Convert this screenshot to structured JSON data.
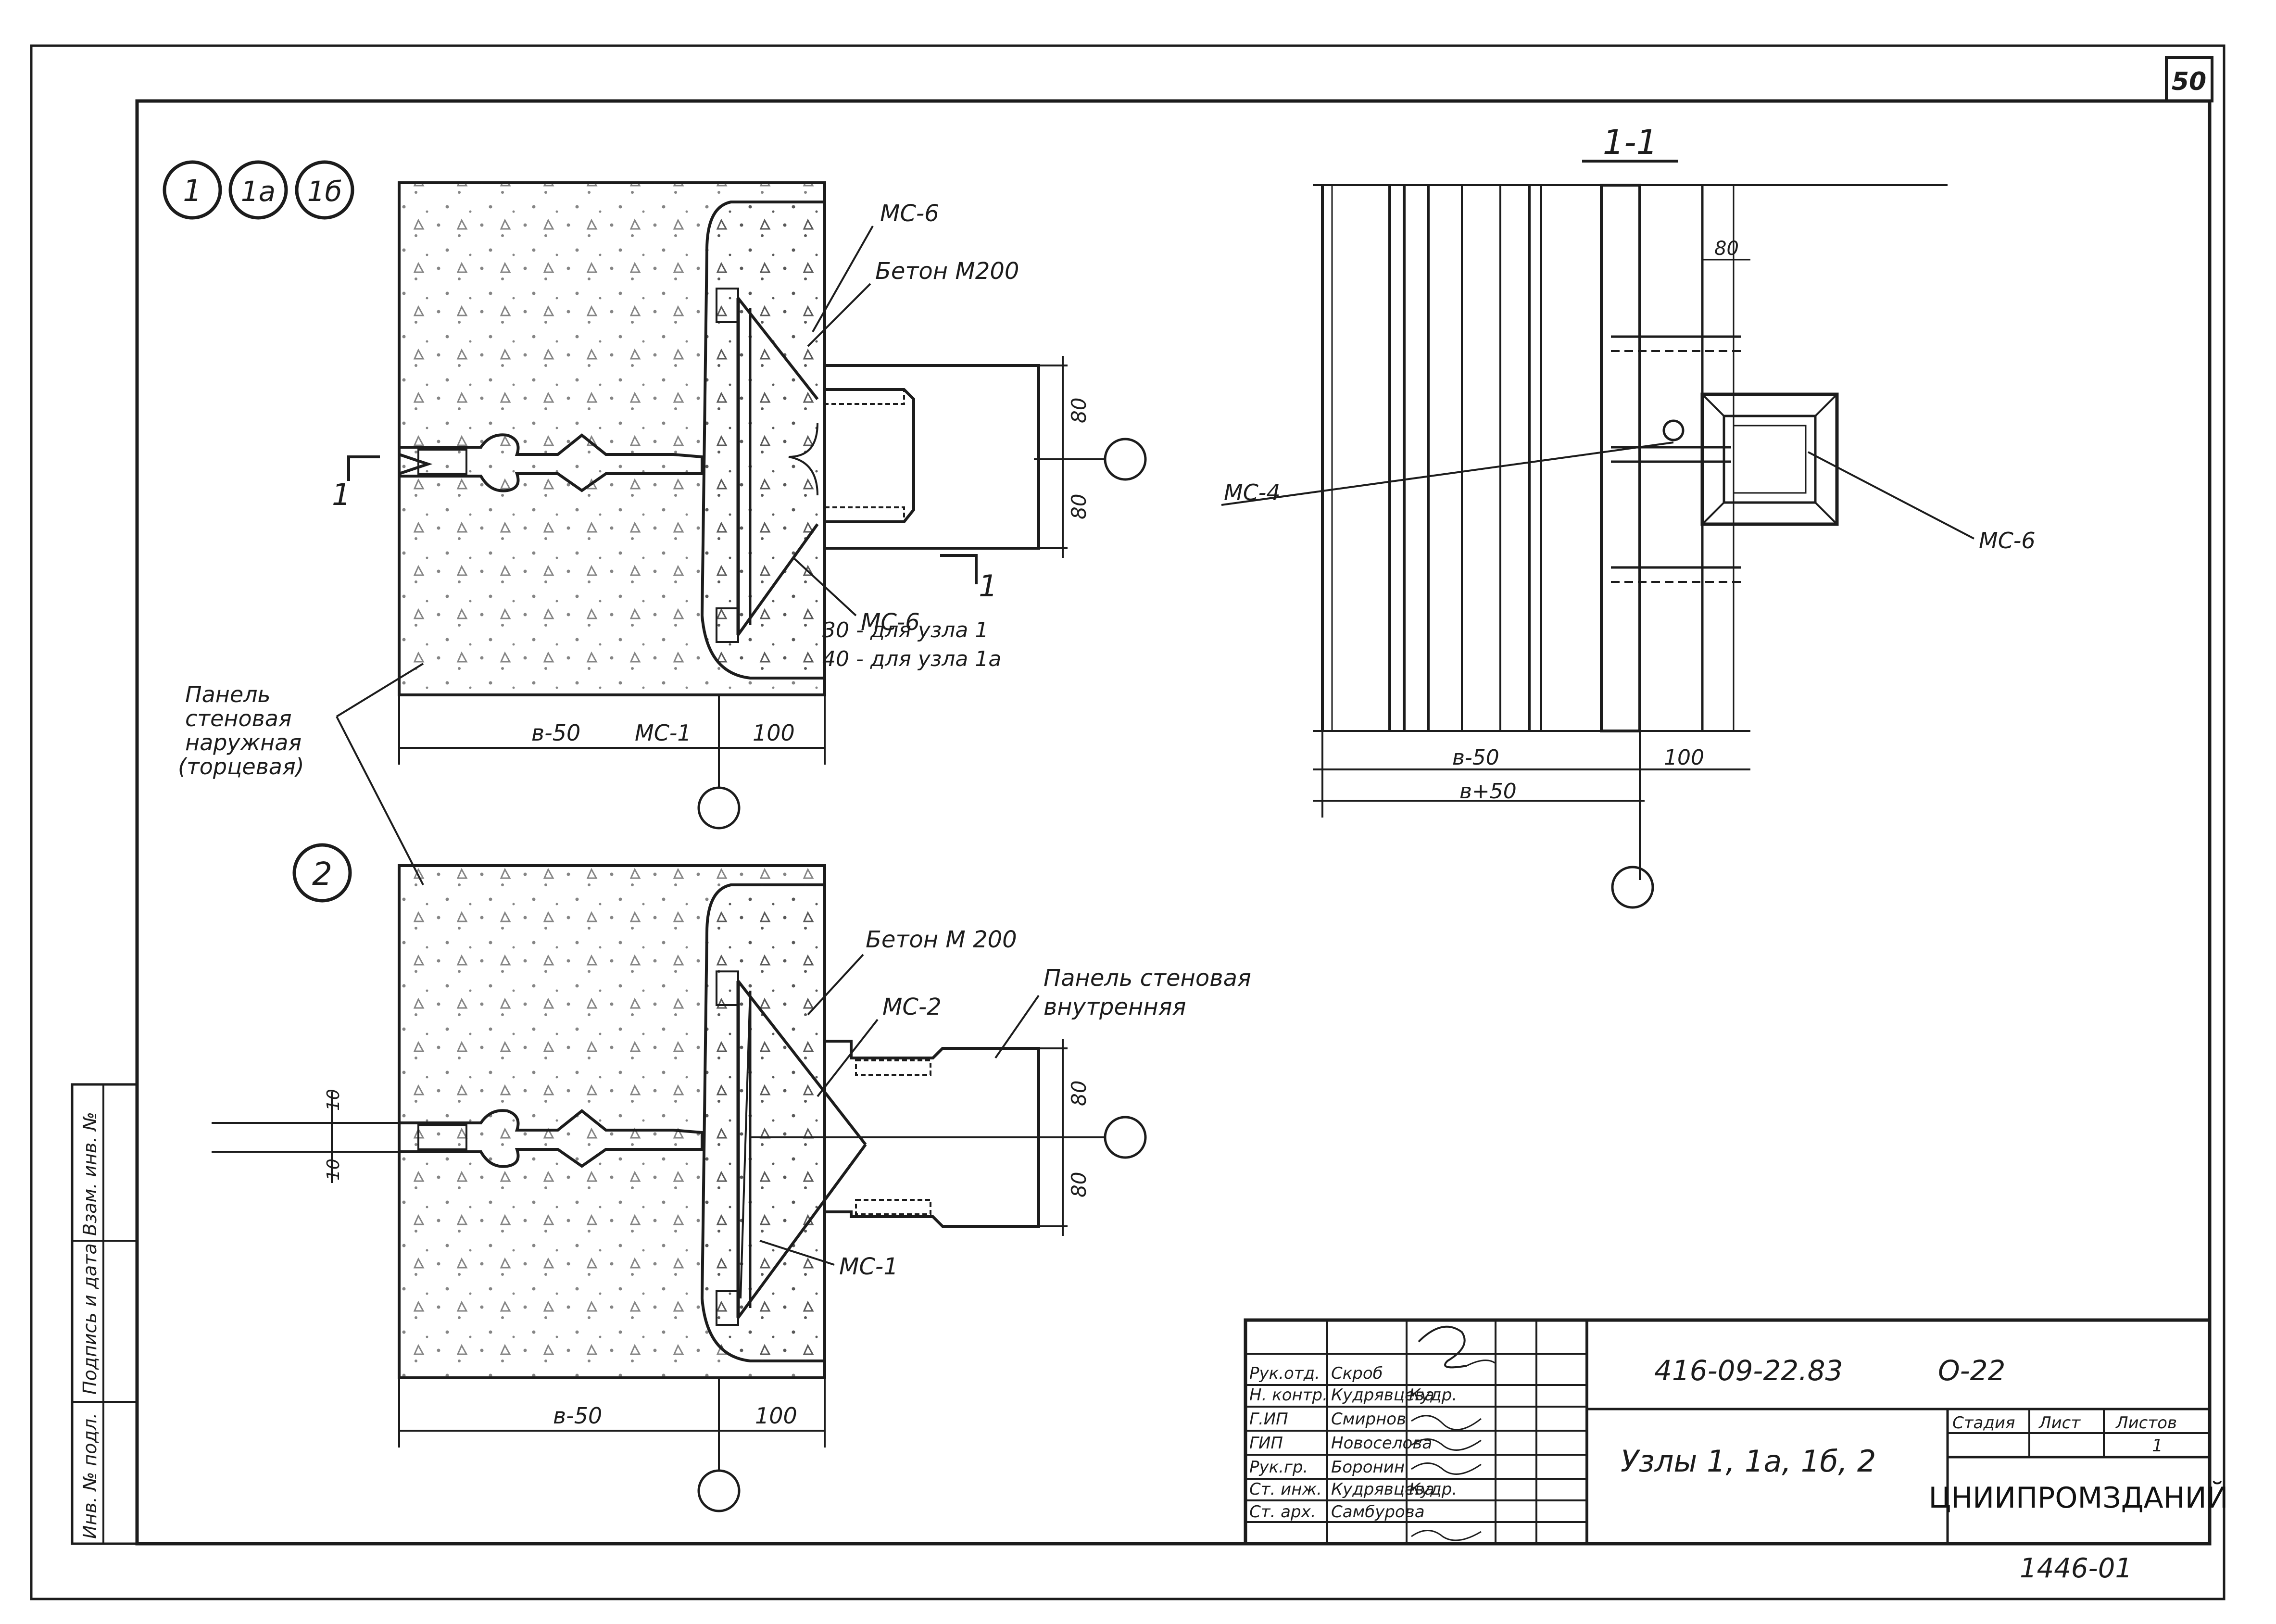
{
  "sheet": {
    "page_number": "50",
    "archive_number": "1446-01"
  },
  "node_markers": [
    "1",
    "1а",
    "1б",
    "2"
  ],
  "detail_top": {
    "labels": {
      "ms6_top": "МС-6",
      "beton_top": "Бетон М200",
      "ms6_bottom": "МС-6",
      "note_30": "30 - для узла 1",
      "note_40": "40 - для узла 1а",
      "ms1": "МС-1",
      "section_mark_left": "1",
      "section_mark_right": "1"
    },
    "dimensions": {
      "b_minus_50": "в-50",
      "d100": "100",
      "d80_top": "80",
      "d80_bottom": "80"
    }
  },
  "panel_label": [
    "Панель",
    "стеновая",
    "наружная",
    "(торцевая)"
  ],
  "detail_bottom": {
    "labels": {
      "beton": "Бетон М 200",
      "ms2": "МС-2",
      "inner_panel_1": "Панель стеновая",
      "inner_panel_2": "внутренняя",
      "ms1": "МС-1"
    },
    "dimensions": {
      "d10_top": "10",
      "d10_bottom": "10",
      "d80_top": "80",
      "d80_bottom": "80",
      "b_minus_50": "в-50",
      "d100": "100"
    }
  },
  "section_1_1": {
    "title": "1-1",
    "labels": {
      "ms4": "МС-4",
      "ms6": "МС-6",
      "d80": "80",
      "b_minus_50": "в-50",
      "d100": "100",
      "b_plus_50": "в+50"
    }
  },
  "side_stamp": [
    "Инв. № подл.",
    "Подпись и дата",
    "Взам. инв. №"
  ],
  "title_block": {
    "rows": [
      {
        "role": "Рук.отд.",
        "name": "Скроб",
        "sign": ""
      },
      {
        "role": "Н. контр.",
        "name": "Кудрявцева",
        "sign": "Кудр."
      },
      {
        "role": "Г.ИП",
        "name": "Смирнов",
        "sign": ""
      },
      {
        "role": "ГИП",
        "name": "Новоселова",
        "sign": ""
      },
      {
        "role": "Рук.гр.",
        "name": "Боронин",
        "sign": ""
      },
      {
        "role": "Ст. инж.",
        "name": "Кудрявцева",
        "sign": "Кудр."
      },
      {
        "role": "Ст. арх.",
        "name": "Самбурова",
        "sign": ""
      }
    ],
    "project_code": "416-09-22.83",
    "sheet_code": "О-22",
    "title": "Узлы 1, 1а, 1б, 2",
    "stage_header": "Стадия",
    "sheet_header": "Лист",
    "sheets_header": "Листов",
    "stage_value": "",
    "sheet_value": "",
    "sheets_value": "1",
    "organization": "ЦНИИПРОМЗДАНИЙ"
  }
}
